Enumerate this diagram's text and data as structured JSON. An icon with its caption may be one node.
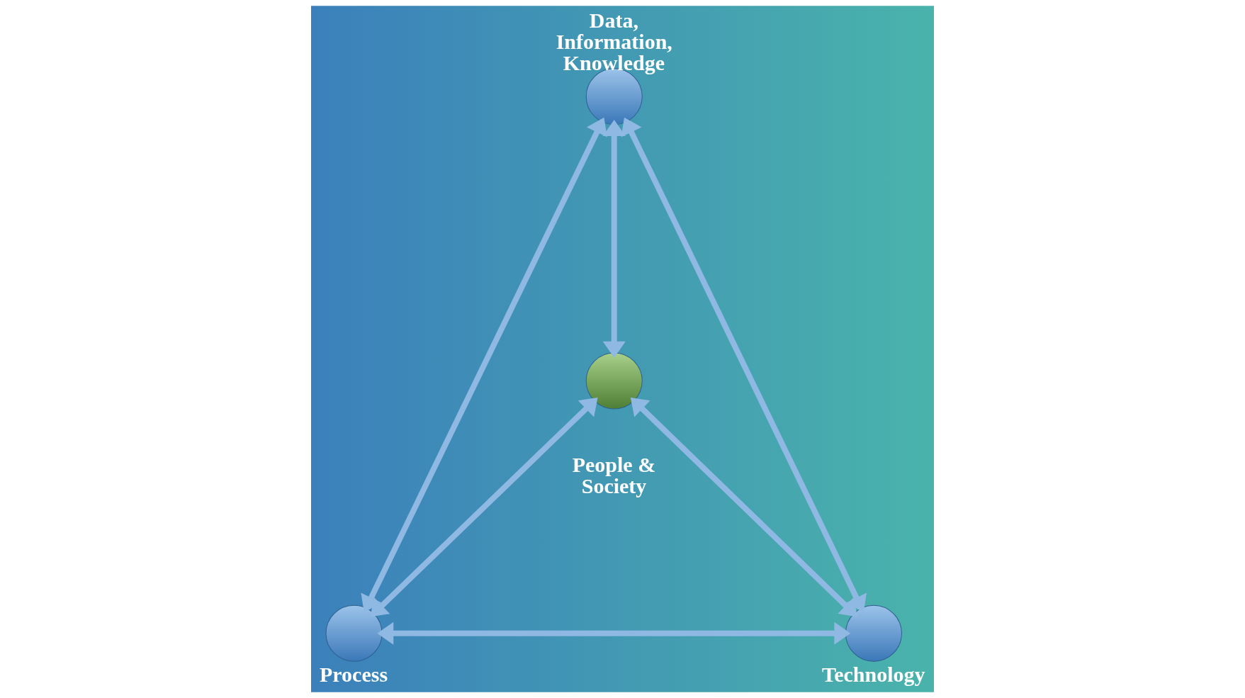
{
  "diagram": {
    "nodes": [
      {
        "text": [
          "Data, Information, Knowledge"
        ]
      },
      {
        "text": [
          "People & Society"
        ]
      },
      {
        "text": [
          "Process"
        ]
      },
      {
        "text": [
          "Technology"
        ]
      }
    ],
    "edges": [
      {
        "from": 0,
        "to": 2,
        "arrow": "both"
      },
      {
        "from": 0,
        "to": 3,
        "arrow": "both"
      },
      {
        "from": 0,
        "to": 1,
        "arrow": "both"
      },
      {
        "from": 1,
        "to": 2,
        "arrow": "both"
      },
      {
        "from": 1,
        "to": 3,
        "arrow": "both"
      },
      {
        "from": 2,
        "to": 3,
        "arrow": "both"
      }
    ]
  }
}
